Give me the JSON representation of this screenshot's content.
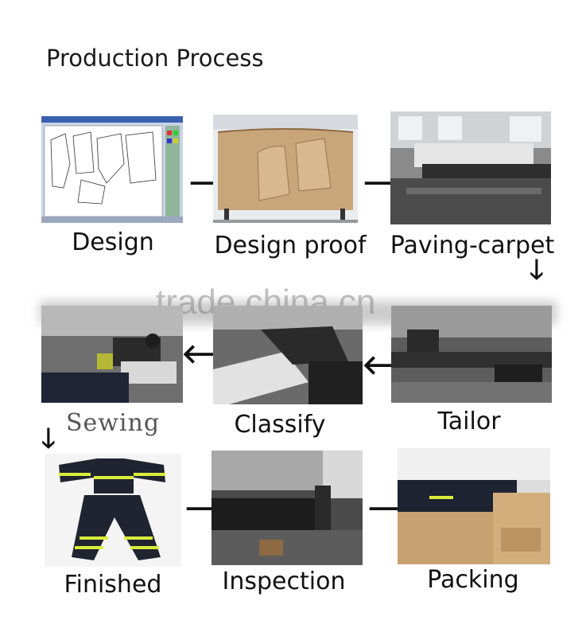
{
  "title": "Production Process",
  "watermark": "trade.china.cn",
  "steps": [
    {
      "label": "Design"
    },
    {
      "label": "Design proof"
    },
    {
      "label": "Paving-carpet"
    },
    {
      "label": "Tailor"
    },
    {
      "label": "Classify"
    },
    {
      "label": "Sewing"
    },
    {
      "label": "Finished"
    },
    {
      "label": "Inspection"
    },
    {
      "label": "Packing"
    }
  ],
  "icons": {
    "right": "arrow-right-icon",
    "left": "arrow-left-icon",
    "down": "arrow-down-icon"
  }
}
